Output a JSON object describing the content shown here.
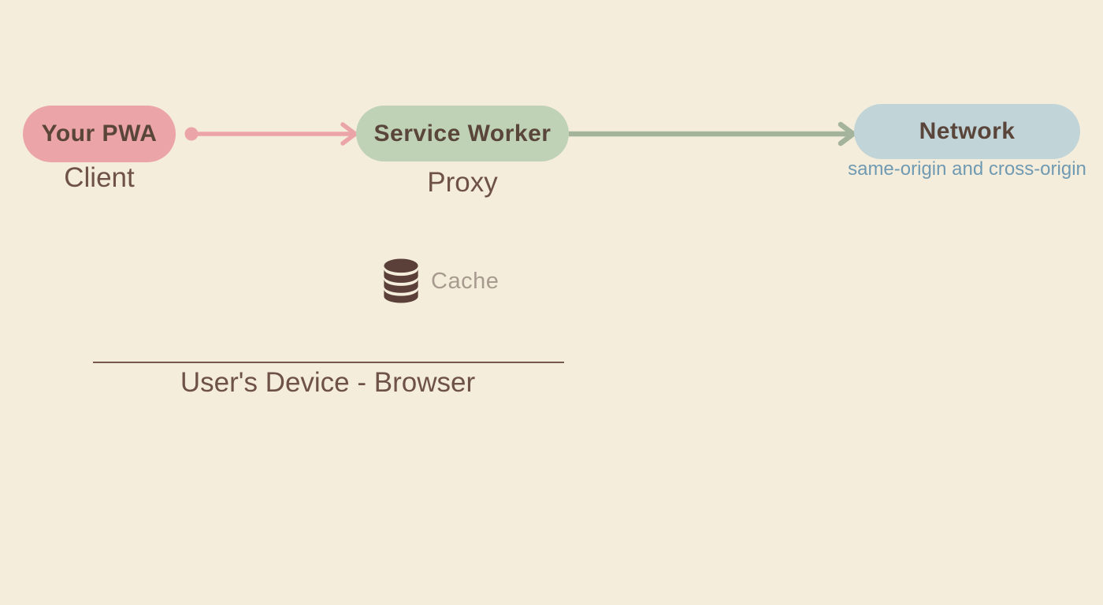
{
  "background": "#F5EDDB",
  "nodes": {
    "pwa": {
      "label": "Your PWA",
      "sublabel": "Client",
      "fill": "#EBA4A8",
      "label_color": "#5A453B",
      "sublabel_color": "#6E5147"
    },
    "service_worker": {
      "label": "Service Worker",
      "sublabel": "Proxy",
      "fill": "#BFD2B6",
      "label_color": "#5A453B",
      "sublabel_color": "#6E5147"
    },
    "network": {
      "label": "Network",
      "sublabel": "same-origin and cross-origin",
      "fill": "#C1D4D8",
      "label_color": "#5A453B",
      "sublabel_color": "#6F9AB2"
    }
  },
  "arrows": {
    "pwa_to_service_worker": {
      "color": "#EBA4A8",
      "has_start_dot": true
    },
    "service_worker_to_network": {
      "color": "#A4B49C",
      "has_start_dot": false
    }
  },
  "cache": {
    "label": "Cache",
    "icon": "database-icon",
    "icon_color": "#5A4038",
    "label_color": "#A79A8F"
  },
  "device": {
    "label": "User's Device - Browser",
    "line_color": "#75594E",
    "label_color": "#6E5147"
  }
}
